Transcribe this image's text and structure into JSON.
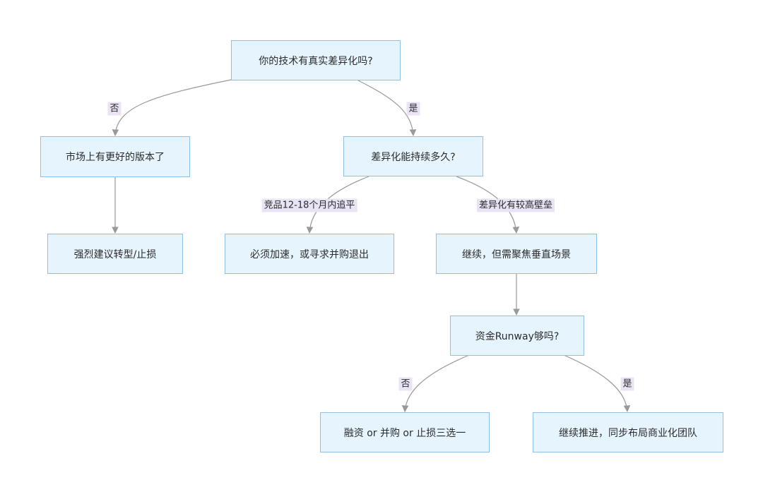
{
  "nodes": {
    "q_tech": "你的技术有真实差异化吗?",
    "better_version": "市场上有更好的版本了",
    "pivot": "强烈建议转型/止损",
    "q_duration": "差异化能持续多久?",
    "accelerate": "必须加速，或寻求并购退出",
    "continue_vertical": "继续，但需聚焦垂直场景",
    "q_runway": "资金Runway够吗?",
    "fund_options": "融资 or 并购 or 止损三选一",
    "push_forward": "继续推进，同步布局商业化团队"
  },
  "edges": {
    "no_1": "否",
    "yes_1": "是",
    "competitor": "竞品12-18个月内追平",
    "barrier": "差异化有较高壁垒",
    "no_2": "否",
    "yes_2": "是"
  },
  "colors": {
    "node_fill": "#e6f4fd",
    "node_border": "#92c0e4",
    "edge": "#999999",
    "label_bg": "#e9e3f4"
  }
}
